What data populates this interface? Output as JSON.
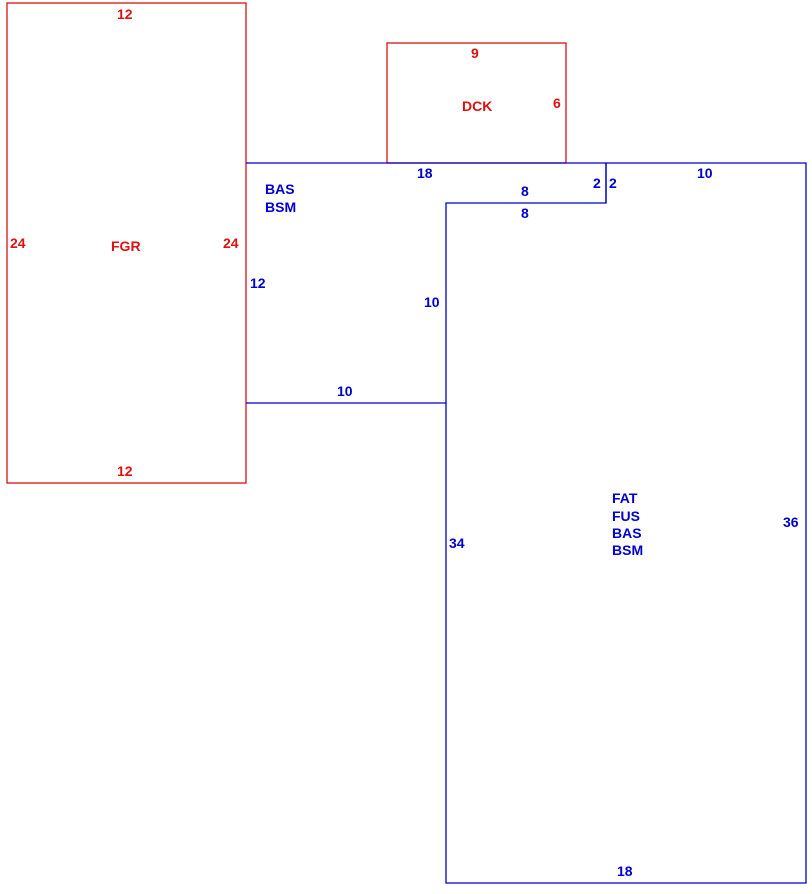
{
  "colors": {
    "garage_and_deck": "#dd1111",
    "living_area": "#0000cc",
    "background": "#ffffff"
  },
  "areas": {
    "garage": {
      "code": "FGR"
    },
    "deck": {
      "code": "DCK"
    },
    "left_block": {
      "code1": "BAS",
      "code2": "BSM"
    },
    "main_block": {
      "code1": "FAT",
      "code2": "FUS",
      "code3": "BAS",
      "code4": "BSM"
    }
  },
  "dimensions": {
    "garage": {
      "top": "12",
      "bottom": "12",
      "left": "24",
      "right": "24"
    },
    "deck": {
      "top": "9",
      "right": "6",
      "bottom": "18"
    },
    "left_block": {
      "left": "12",
      "bottom": "10",
      "inner_right": "10",
      "notch_top": "8"
    },
    "notch": {
      "inner": "8",
      "left_side": "2",
      "right_side": "2"
    },
    "main_block": {
      "top": "10",
      "right": "36",
      "bottom": "18",
      "left": "34"
    }
  }
}
